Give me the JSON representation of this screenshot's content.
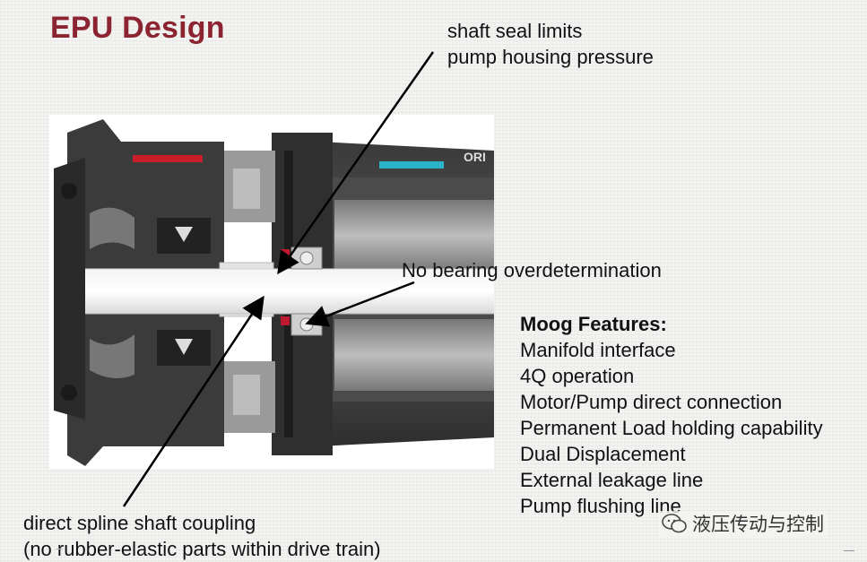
{
  "slide": {
    "title": "EPU Design",
    "callouts": {
      "shaft_seal": [
        "shaft seal limits",
        "pump housing pressure"
      ],
      "bearing": "No bearing overdetermination",
      "spline": [
        "direct spline shaft coupling",
        "(no rubber-elastic parts within drive train)"
      ]
    },
    "features": {
      "heading": "Moog Features:",
      "items": [
        "Manifold interface",
        "4Q operation",
        "Motor/Pump direct connection",
        "Permanent Load holding capability",
        "Dual Displacement",
        "External leakage line",
        "Pump flushing line"
      ]
    },
    "watermark": "液压传动与控制",
    "colors": {
      "title": "#8b2330"
    }
  }
}
